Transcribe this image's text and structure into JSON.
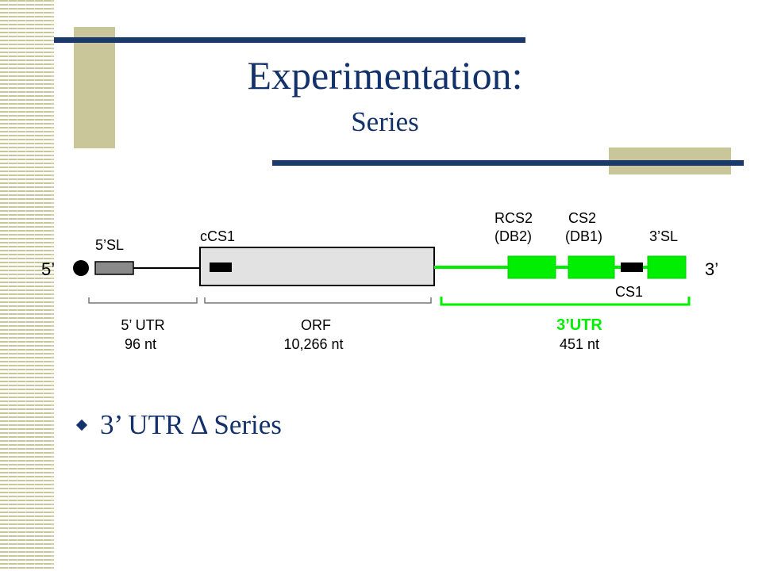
{
  "slide": {
    "title": "Experimentation:",
    "subtitle": "Series",
    "bullet": "3’ UTR Δ Series"
  },
  "diagram": {
    "end_5": "5’",
    "end_3": "3’",
    "labels_top": {
      "sl5": "5’SL",
      "ccs1": "cCS1",
      "rcs2": "RCS2",
      "db2": "(DB2)",
      "cs2": "CS2",
      "db1": "(DB1)",
      "sl3": "3’SL"
    },
    "cs1": "CS1",
    "regions": [
      {
        "name": "5’ UTR",
        "length": "96 nt"
      },
      {
        "name": "ORF",
        "length": "10,266 nt"
      },
      {
        "name": "3’UTR",
        "length": "451 nt"
      }
    ]
  },
  "colors": {
    "title_blue": "#13316b",
    "rule_blue": "#1a3a6b",
    "accent_khaki": "#c9c79a",
    "utr3_green": "#00ee00",
    "orf_box_fill": "#e2e2e2",
    "sl5_box_fill": "#8a8a8a"
  }
}
